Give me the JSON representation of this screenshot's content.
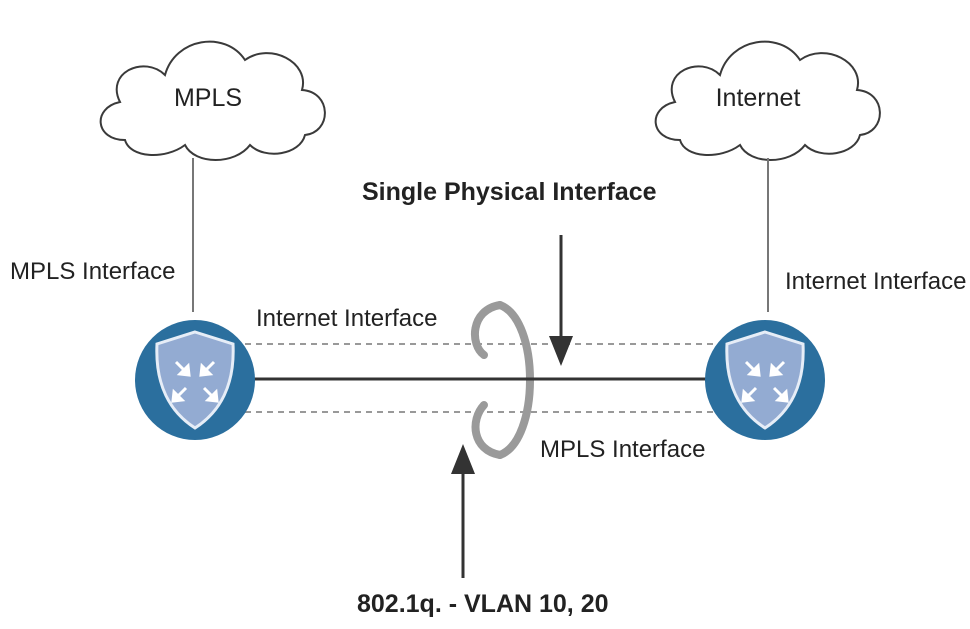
{
  "clouds": {
    "left": {
      "label": "MPLS"
    },
    "right": {
      "label": "Internet"
    }
  },
  "labels": {
    "left_uplink": "MPLS Interface",
    "right_uplink": "Internet Interface",
    "upper_link": "Internet Interface",
    "lower_link": "MPLS Interface",
    "single_physical": "Single Physical Interface",
    "dot1q": "802.1q. - VLAN 10, 20"
  },
  "routers": [
    {
      "icon": "router-shield-icon"
    },
    {
      "icon": "router-shield-icon"
    }
  ],
  "colors": {
    "router_fill": "#2b6f9e",
    "shield_fill": "#93abd2",
    "cloud_stroke": "#3a3a3a",
    "line": "#333333",
    "dashed": "#999999",
    "ring": "#9a9a9a"
  }
}
